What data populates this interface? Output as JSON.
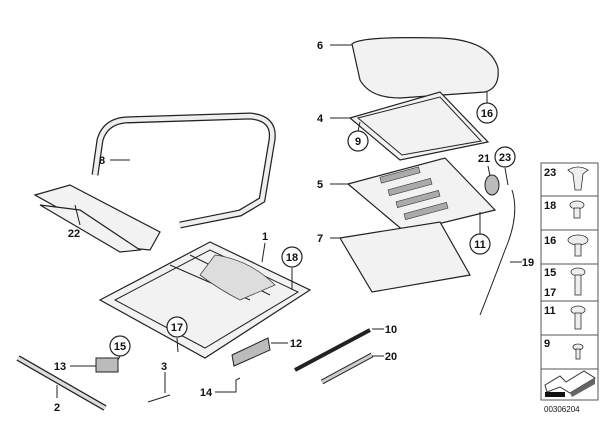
{
  "diagram": {
    "callouts": {
      "p1": "1",
      "p2": "2",
      "p3": "3",
      "p4": "4",
      "p5": "5",
      "p6": "6",
      "p7": "7",
      "p8": "8",
      "p9": "9",
      "p10": "10",
      "p11": "11",
      "p12": "12",
      "p13": "13",
      "p14": "14",
      "p15": "15",
      "p16": "16",
      "p17": "17",
      "p18": "18",
      "p19": "19",
      "p20": "20",
      "p21": "21",
      "p22": "22",
      "p23": "23"
    },
    "legend": {
      "items": [
        "23",
        "18",
        "16",
        "15",
        "17",
        "11",
        "9"
      ]
    },
    "diagram_code": "00306204"
  }
}
